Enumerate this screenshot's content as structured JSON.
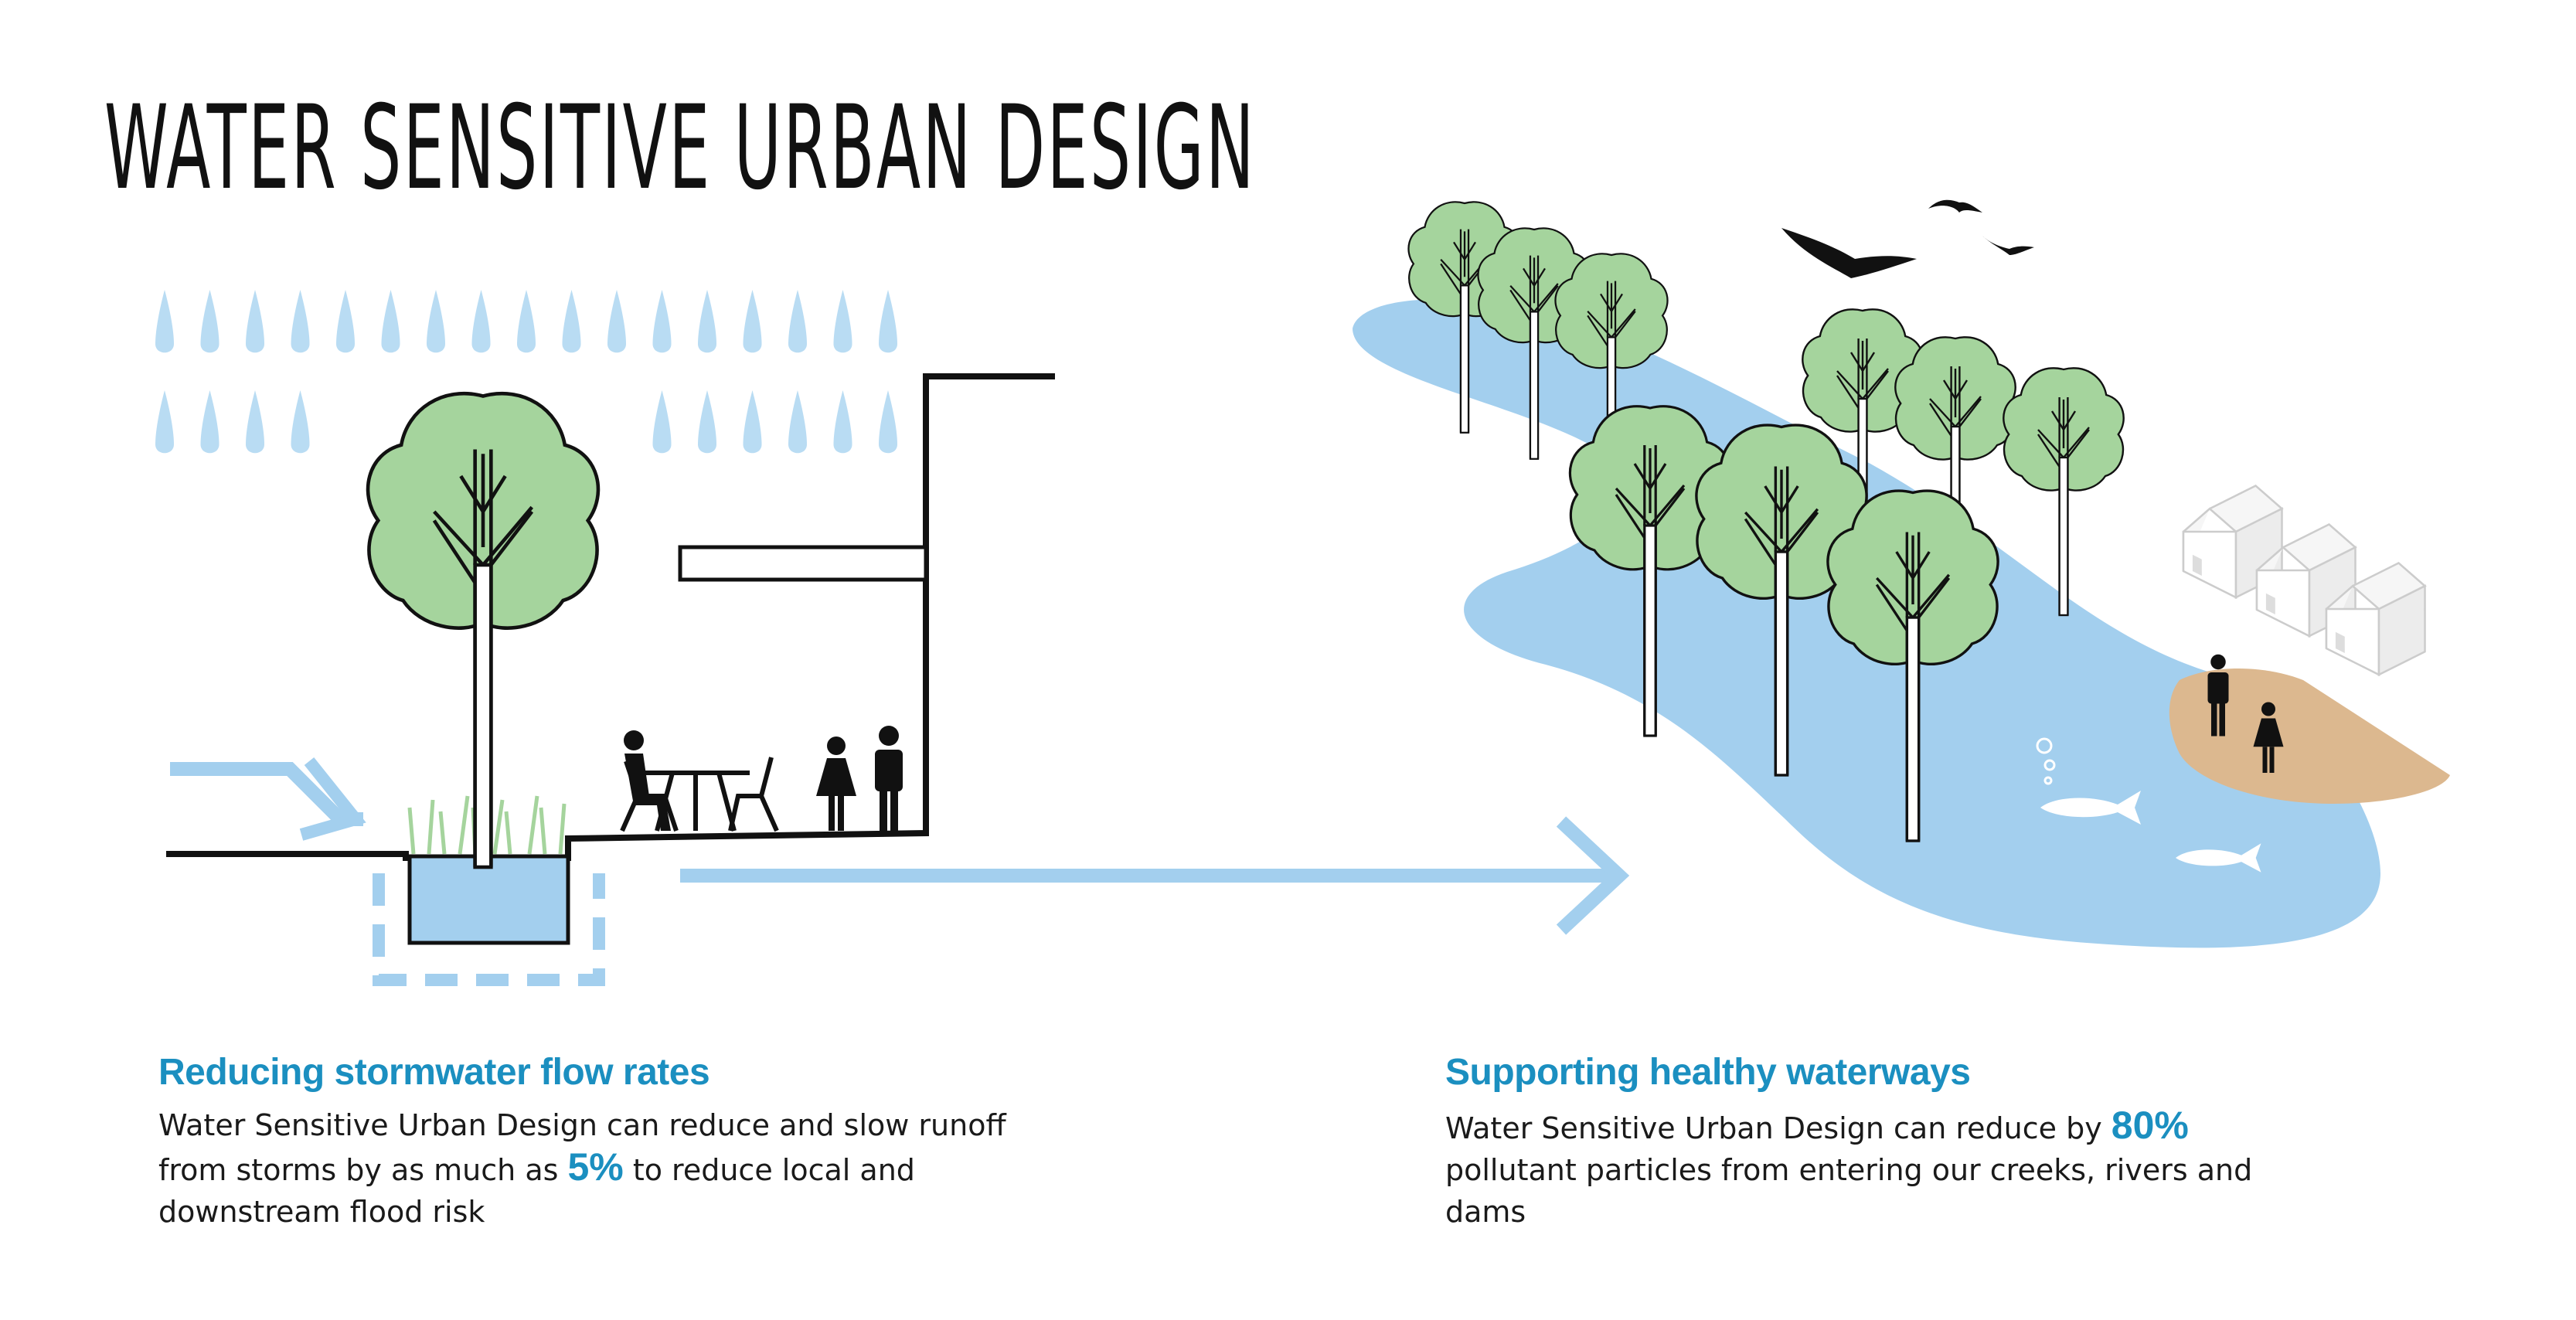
{
  "title": "WATER SENSITIVE URBAN DESIGN",
  "left": {
    "heading": "Reducing stormwater flow rates",
    "text_before": "Water Sensitive Urban Design can reduce and slow runoff from storms by as much as ",
    "highlight": "5%",
    "text_after": " to reduce local and downstream flood risk"
  },
  "right": {
    "heading": "Supporting healthy waterways",
    "text_before": "Water Sensitive Urban Design can reduce by ",
    "highlight": "80%",
    "text_after": " pollutant particles from entering our creeks, rivers and dams"
  },
  "colors": {
    "water": "#a3cfee",
    "rain": "#b9dcf3",
    "foliage": "#a5d49d",
    "sand": "#dcb88f",
    "accent": "#1b8fc0"
  }
}
